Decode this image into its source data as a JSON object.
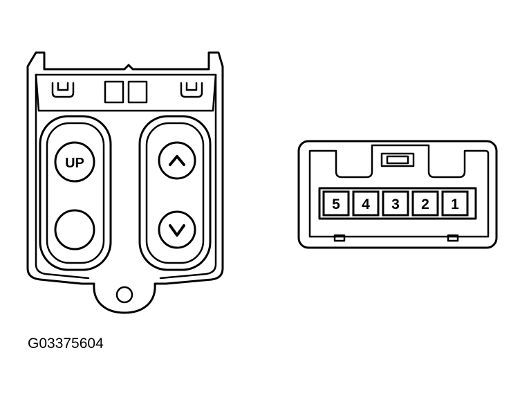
{
  "switch": {
    "up_label": "UP"
  },
  "connector": {
    "pins": [
      "5",
      "4",
      "3",
      "2",
      "1"
    ]
  },
  "figure_id": "G03375604",
  "colors": {
    "line": "#000000",
    "background": "#ffffff"
  },
  "icons": {
    "up_arrow": "chevron-up-icon",
    "down_arrow": "chevron-down-icon"
  }
}
